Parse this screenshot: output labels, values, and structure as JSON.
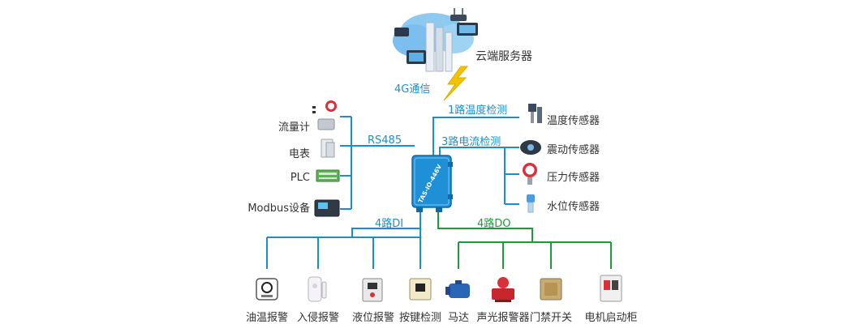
{
  "cloud": {
    "label": "云端服务器",
    "link_label": "4G通信"
  },
  "device": {
    "name": "TAS-IO-446V"
  },
  "buses": {
    "rs485": "RS485",
    "temperature": "1路温度检测",
    "current": "3路电流检测",
    "di": "4路DI",
    "do": "4路DO"
  },
  "left_devices": [
    "流量计",
    "电表",
    "PLC",
    "Modbus设备"
  ],
  "right_sensors": [
    "温度传感器",
    "震动传感器",
    "压力传感器",
    "水位传感器"
  ],
  "di_devices": [
    "油温报警",
    "入侵报警",
    "液位报警",
    "按键检测"
  ],
  "do_devices": [
    "马达",
    "声光报警器",
    "门禁开关",
    "电机启动柜"
  ],
  "colors": {
    "blue_line": "#1a8fd0",
    "green_line": "#1d9a3a",
    "bolt": "#f2c400",
    "device": "#1f8fd6"
  }
}
